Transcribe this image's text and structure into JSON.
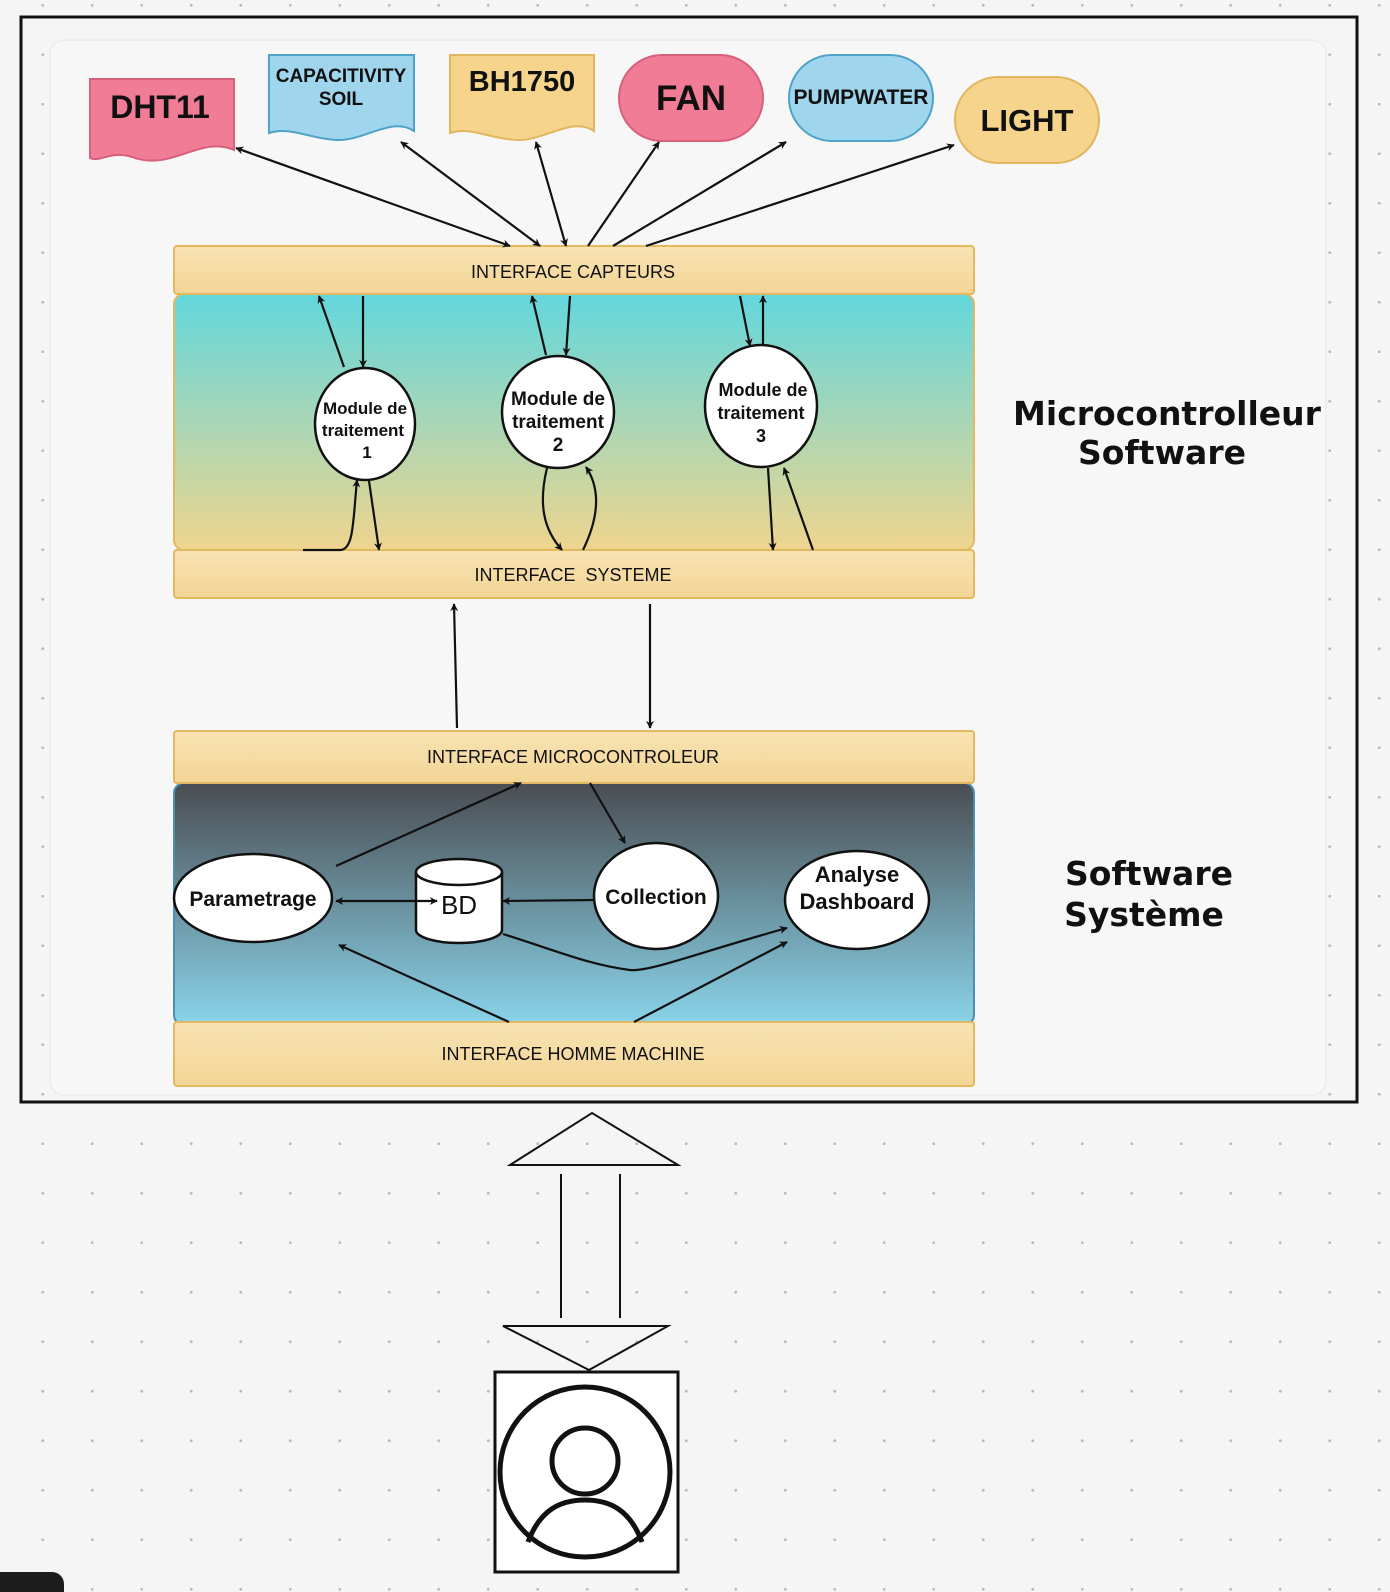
{
  "sensors": [
    {
      "id": "dht11",
      "label": "DHT11",
      "color": "#f07c95",
      "shape": "wave"
    },
    {
      "id": "capacitivity",
      "label_lines": [
        "CAPACITIVITY",
        "SOIL"
      ],
      "color": "#9fd6ee",
      "shape": "wave"
    },
    {
      "id": "bh1750",
      "label": "BH1750",
      "color": "#f6d48b",
      "shape": "wave"
    },
    {
      "id": "fan",
      "label": "FAN",
      "color": "#f07c95",
      "shape": "pill"
    },
    {
      "id": "pumpwater",
      "label": "PUMPWATER",
      "color": "#9fd6ee",
      "shape": "pill"
    },
    {
      "id": "light",
      "label": "LIGHT",
      "color": "#f6d48b",
      "shape": "pill"
    }
  ],
  "interfaces": {
    "capteurs": "INTERFACE CAPTEURS",
    "systeme": "INTERFACE  SYSTEME",
    "microcontroleur": "INTERFACE MICROCONTROLEUR",
    "homme_machine": "INTERFACE HOMME MACHINE"
  },
  "modules": [
    {
      "lines": [
        "Module de",
        "traitement",
        "1"
      ]
    },
    {
      "lines": [
        "Module de",
        "traitement",
        "2"
      ]
    },
    {
      "lines": [
        "Module de",
        "traitement",
        "3"
      ]
    }
  ],
  "system_nodes": {
    "parametrage": "Parametrage",
    "bd": "BD",
    "collection": "Collection",
    "analyse": [
      "Analyse",
      "Dashboard"
    ]
  },
  "side_labels": {
    "micro": [
      "Microcontrolleur",
      "Software"
    ],
    "system": [
      "Software",
      "Système"
    ]
  },
  "colors": {
    "interface_bar": "#f5d9a0",
    "interface_border": "#e2b860",
    "micro_gradient": [
      "#62d7dd",
      "#efd58e"
    ],
    "system_gradient": [
      "#4a4d52",
      "#8ad4ea"
    ]
  },
  "user": {
    "icon": "user-icon"
  }
}
